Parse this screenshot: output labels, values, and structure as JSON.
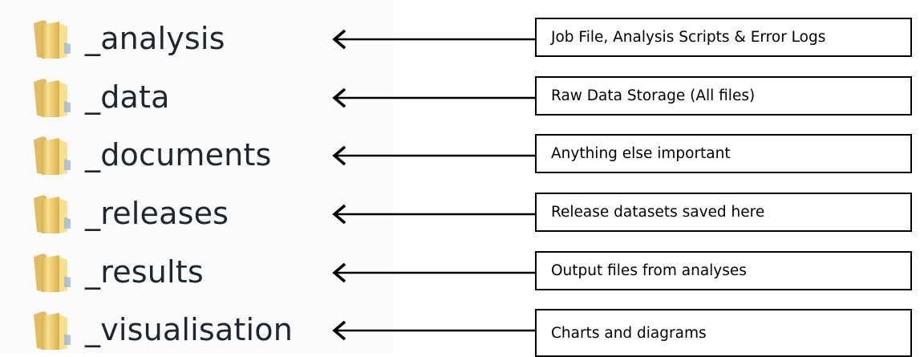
{
  "folders": [
    {
      "name": "_analysis",
      "description": "Job File, Analysis Scripts & Error Logs"
    },
    {
      "name": "_data",
      "description": "Raw Data Storage (All files)"
    },
    {
      "name": "_documents",
      "description": "Anything else important"
    },
    {
      "name": "_releases",
      "description": "Release datasets saved here"
    },
    {
      "name": "_results",
      "description": "Output files from analyses"
    },
    {
      "name": "_visualisation",
      "description": "Charts and diagrams"
    }
  ],
  "colors": {
    "folder_light": "#f7e08e",
    "folder_dark": "#d9b24a",
    "folder_label": "#1e2630",
    "arrow": "#000000",
    "box_border": "#000000"
  }
}
